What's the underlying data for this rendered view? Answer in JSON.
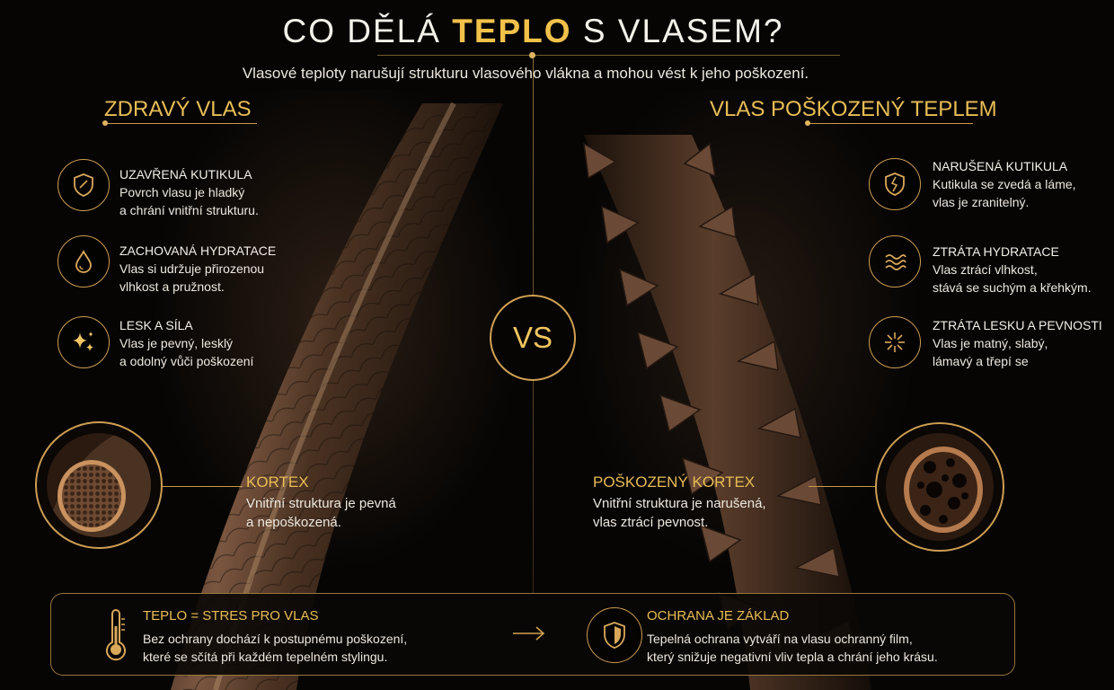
{
  "header": {
    "title_before": "CO DĚLÁ ",
    "title_highlight": "TEPLO",
    "title_after": " S VLASEM?",
    "subtitle": "Vlasové teploty narušují strukturu vlasového vlákna a mohou vést k jeho poškození."
  },
  "left": {
    "heading": "ZDRAVÝ VLAS",
    "features": [
      {
        "title": "UZAVŘENÁ KUTIKULA",
        "line1": "Povrch vlasu je hladký",
        "line2": "a chrání vnitřní strukturu.",
        "icon": "shield-icon"
      },
      {
        "title": "ZACHOVANÁ HYDRATACE",
        "line1": "Vlas si udržuje přirozenou",
        "line2": "vlhkost a pružnost.",
        "icon": "water-drop-icon"
      },
      {
        "title": "LESK A SÍLA",
        "line1": "Vlas je pevný, lesklý",
        "line2": "a odolný vůči poškození",
        "icon": "sparkles-icon"
      }
    ],
    "callout": {
      "title": "KORTEX",
      "line1": "Vnitřní struktura je pevná",
      "line2": "a nepoškozená."
    }
  },
  "vs_label": "VS",
  "right": {
    "heading": "VLAS POŠKOZENÝ TEPLEM",
    "features": [
      {
        "title": "NARUŠENÁ KUTIKULA",
        "line1": "Kutikula se zvedá a láme,",
        "line2": "vlas je zranitelný.",
        "icon": "cracked-shield-icon"
      },
      {
        "title": "ZTRÁTA HYDRATACE",
        "line1": "Vlas ztrácí vlhkost,",
        "line2": "stává se suchým a křehkým.",
        "icon": "waves-icon"
      },
      {
        "title": "ZTRÁTA LESKU A PEVNOSTI",
        "line1": "Vlas je matný, slabý,",
        "line2": "lámavý a třepí se",
        "icon": "broken-burst-icon"
      }
    ],
    "callout": {
      "title": "POŠKOZENÝ KORTEX",
      "line1": "Vnitřní struktura je narušená,",
      "line2": "vlas ztrácí pevnost."
    }
  },
  "bottom": {
    "left": {
      "title": "TEPLO = STRES PRO VLAS",
      "line1": "Bez ochrany dochází k postupnému poškození,",
      "line2": "které se sčítá při každém tepelném stylingu.",
      "icon": "thermometer-icon"
    },
    "arrow_icon": "arrow-right-icon",
    "right": {
      "title": "OCHRANA JE ZÁKLAD",
      "line1": "Tepelná ochrana vytváří na vlasu ochranný film,",
      "line2": "který snižuje negativní vliv tepla a chrání jeho krásu.",
      "icon": "shield-icon"
    }
  },
  "colors": {
    "accent": "#e8bd55",
    "background": "#060504",
    "text": "#ede8df",
    "hair": "#4a3222"
  }
}
